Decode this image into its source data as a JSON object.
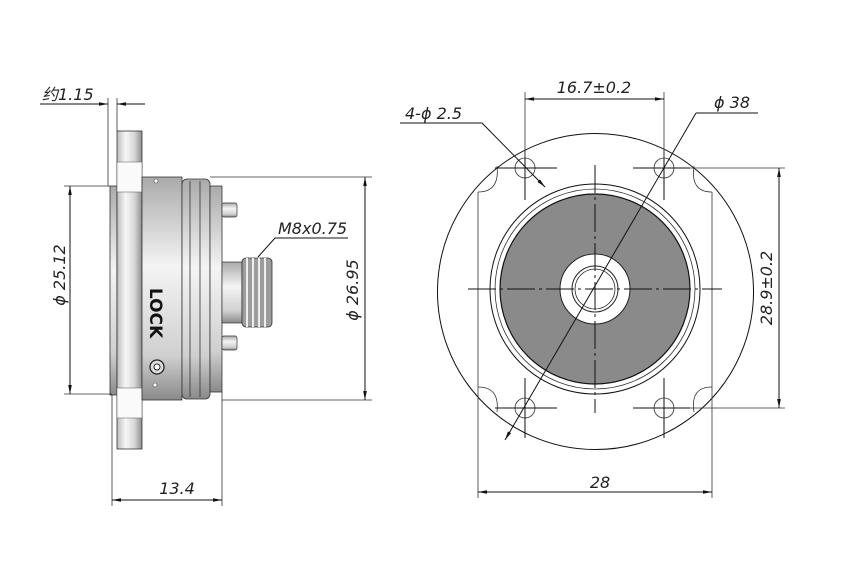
{
  "side_view": {
    "dim_flange_thickness": "约1.15",
    "dim_rear_diameter": "ϕ 25.12",
    "dim_body_diameter": "ϕ 26.95",
    "dim_thread": "M8x0.75",
    "dim_length": "13.4",
    "body_marking": "LOCK"
  },
  "front_view": {
    "dim_hole_spacing_h": "16.7±0.2",
    "dim_hole_spacing_v": "28.9±0.2",
    "dim_holes": "4-ϕ 2.5",
    "dim_outer_diameter": "ϕ 38",
    "dim_flange_width": "28"
  },
  "colors": {
    "line": "#111111",
    "face_fill": "#8a8a8a",
    "metal_light": "#f2f2f2",
    "metal_dark": "#9a9a9a"
  }
}
